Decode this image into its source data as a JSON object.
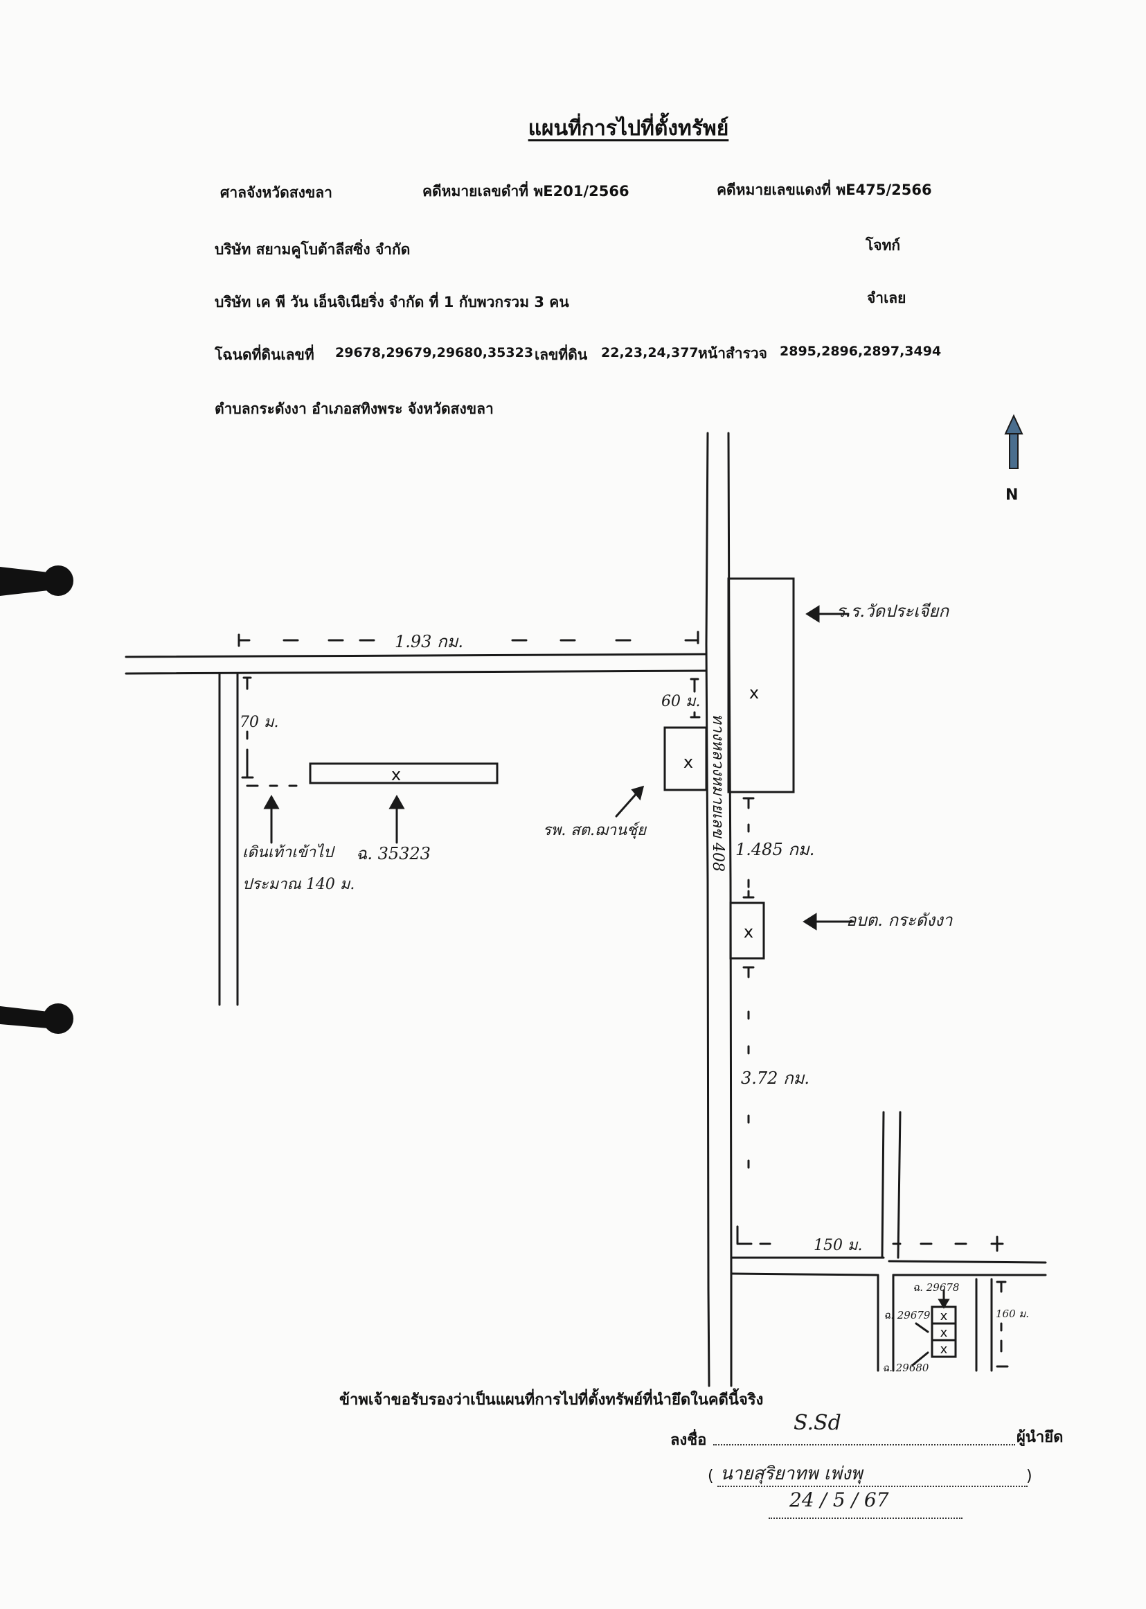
{
  "title": "แผนที่การไปที่ตั้งทรัพย์",
  "header": {
    "court": "ศาลจังหวัดสงขลา",
    "black_case": "คดีหมายเลขดำที่ พE201/2566",
    "red_case": "คดีหมายเลขแดงที่ พE475/2566",
    "plaintiff": "บริษัท สยามคูโบต้าลีสซิ่ง จำกัด",
    "plaintiff_role": "โจทก์",
    "defendant": "บริษัท เค พี วัน เอ็นจิเนียริ่ง จำกัด ที่ 1 กับพวกรวม 3 คน",
    "defendant_role": "จำเลย",
    "deed_label": "โฉนดที่ดินเลขที่",
    "deed_numbers": "29678,29679,29680,35323",
    "land_label": "เลขที่ดิน",
    "land_numbers": "22,23,24,377",
    "survey_label": "หน้าสำรวจ",
    "survey_numbers": "2895,2896,2897,3494",
    "location": "ตำบลกระดังงา อำเภอสทิงพระ จังหวัดสงขลา"
  },
  "compass": {
    "label": "N"
  },
  "map": {
    "dist_top": "1.93 กม.",
    "dist_70": "70 ม.",
    "dist_60": "60 ม.",
    "dist_1485": "1.485 กม.",
    "dist_372": "3.72 กม.",
    "dist_150": "150 ม.",
    "dist_160": "160 ม.",
    "road_name": "ทางหลวงหมายเลข 408",
    "school": "ร.ร.วัดประเจียก",
    "hospital": "รพ. สต.ฌานชุ์ย",
    "sao": "อบต. กระดังงา",
    "walk_note_1": "เดินเท้าเข้าไป",
    "walk_note_2": "ประมาณ 140 ม.",
    "deed_35323": "ฉ. 35323",
    "deed_29678": "ฉ. 29678",
    "deed_29679": "ฉ. 29679",
    "deed_29680": "ฉ. 29680"
  },
  "certification": {
    "statement": "ข้าพเจ้าขอรับรองว่าเป็นแผนที่การไปที่ตั้งทรัพย์ที่นำยึดในคดีนี้จริง",
    "sign_label": "ลงชื่อ",
    "signer_role": "ผู้นำยึด",
    "signature": "S.Sd",
    "printed_name": "นายสุริยาทพ  เพ่งพุ",
    "date": "24 / 5 / 67"
  }
}
